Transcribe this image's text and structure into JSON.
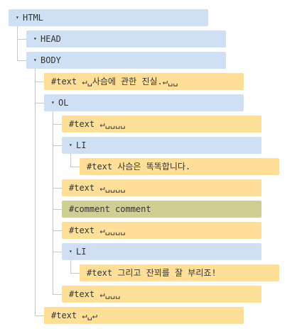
{
  "toggle_glyph": "▾",
  "colors": {
    "element": "#cfe0f5",
    "text": "#ffdf98",
    "comment": "#d0cf93",
    "connector": "#c8c8c8"
  },
  "nodes": [
    {
      "kind": "element",
      "label": "HTML",
      "depth": 0
    },
    {
      "kind": "element",
      "label": "HEAD",
      "depth": 1
    },
    {
      "kind": "element",
      "label": "BODY",
      "depth": 1
    },
    {
      "kind": "text",
      "label": "#text ↵␣사슴에 관한 진실.↵␣␣",
      "depth": 2
    },
    {
      "kind": "element",
      "label": "OL",
      "depth": 2
    },
    {
      "kind": "text",
      "label": "#text ↵␣␣␣␣",
      "depth": 3
    },
    {
      "kind": "element",
      "label": "LI",
      "depth": 3
    },
    {
      "kind": "text",
      "label": "#text 사슴은 똑똑합니다.",
      "depth": 4
    },
    {
      "kind": "text",
      "label": "#text ↵␣␣␣␣",
      "depth": 3
    },
    {
      "kind": "comment",
      "label": "#comment comment",
      "depth": 3
    },
    {
      "kind": "text",
      "label": "#text ↵␣␣␣␣",
      "depth": 3
    },
    {
      "kind": "element",
      "label": "LI",
      "depth": 3
    },
    {
      "kind": "text",
      "label": "#text 그리고 잔꾀를 잘 부리죠!",
      "depth": 4
    },
    {
      "kind": "text",
      "label": "#text ↵␣␣␣",
      "depth": 3
    },
    {
      "kind": "text",
      "label": "#text ↵␣↵",
      "depth": 2
    }
  ]
}
